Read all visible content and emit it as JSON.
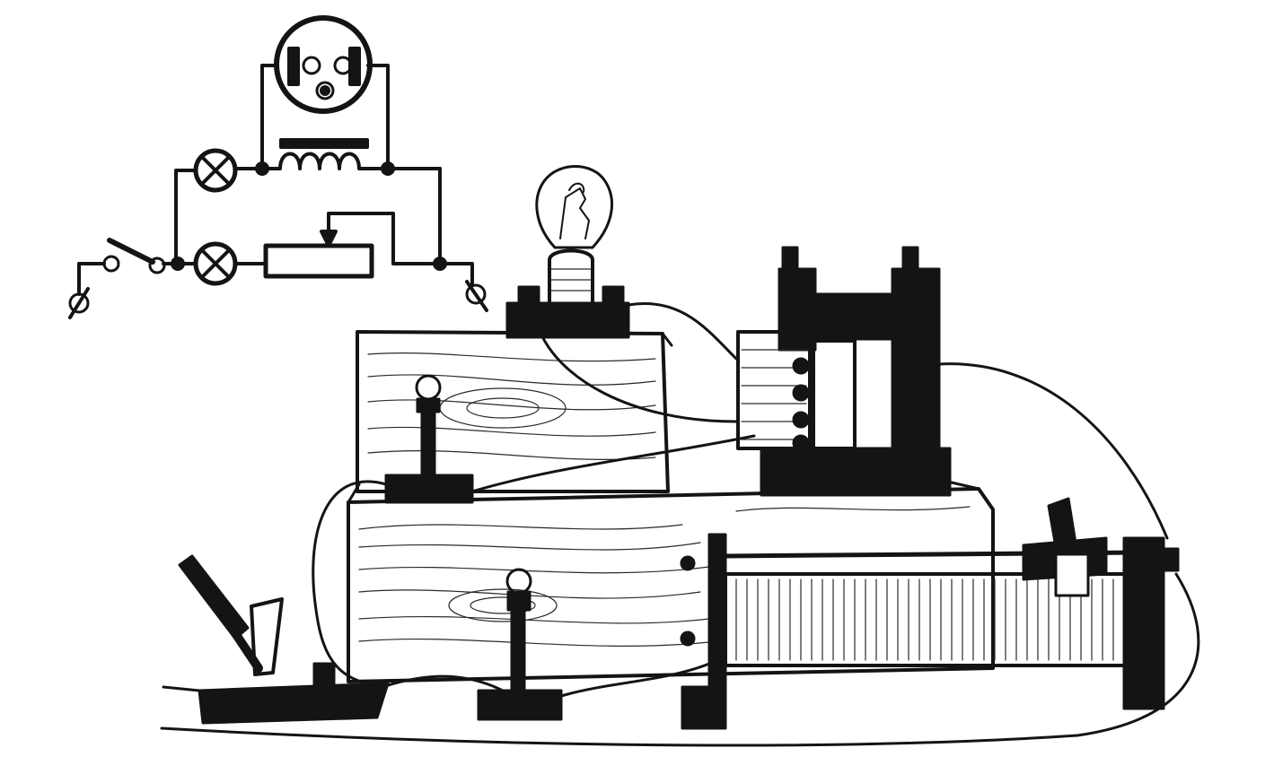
{
  "colors": {
    "ink": "#141414",
    "paper": "#ffffff"
  },
  "schematic": {
    "components": [
      "lamp",
      "lamp",
      "switch",
      "terminal",
      "terminal",
      "rheostat",
      "coil",
      "meter-dial"
    ]
  },
  "apparatus": {
    "components": [
      "bulb",
      "lamp-holder",
      "knife-switch",
      "small-lamp",
      "small-lamp",
      "electromagnet",
      "rheostat-coil",
      "sliding-contact",
      "wooden-box",
      "wooden-base"
    ]
  }
}
